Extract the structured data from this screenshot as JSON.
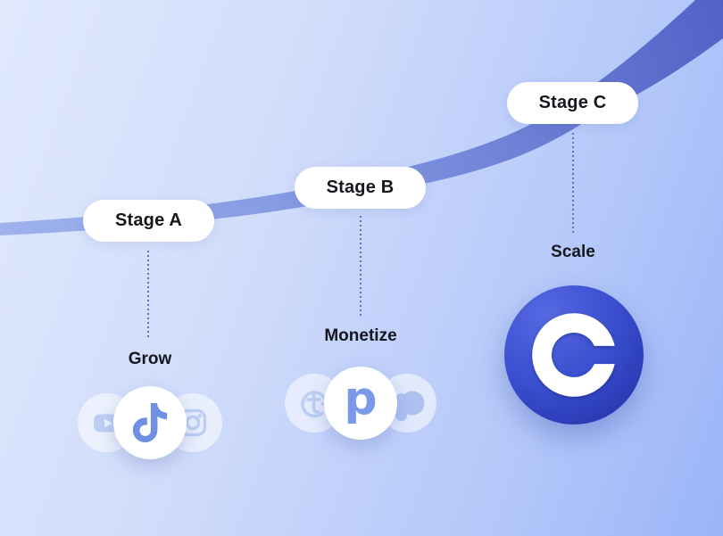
{
  "diagram": {
    "stages": [
      {
        "label": "Stage A",
        "sublabel": "Grow",
        "icons": [
          "youtube-icon",
          "tiktok-icon",
          "instagram-icon"
        ]
      },
      {
        "label": "Stage B",
        "sublabel": "Monetize",
        "icons": [
          "refresh-t-icon",
          "p-letter-icon",
          "patreon-blob-icon"
        ]
      },
      {
        "label": "Stage C",
        "sublabel": "Scale",
        "icons": [
          "c-coin-icon"
        ]
      }
    ],
    "glyphs": {
      "p_letter": "p"
    },
    "colors": {
      "background_light": "#dde7fb",
      "background_dark": "#9ab4f8",
      "curve_start": "#9fb2ee",
      "curve_end": "#5162c6",
      "connector_dot": "#5573c7",
      "pill_background": "#ffffff",
      "label_text": "#15171c",
      "icon_muted_blue": "#bccff4",
      "icon_accent_blue": "#7090e4",
      "coin_gradient_light": "#5569e2",
      "coin_gradient_dark": "#2132a6"
    }
  }
}
